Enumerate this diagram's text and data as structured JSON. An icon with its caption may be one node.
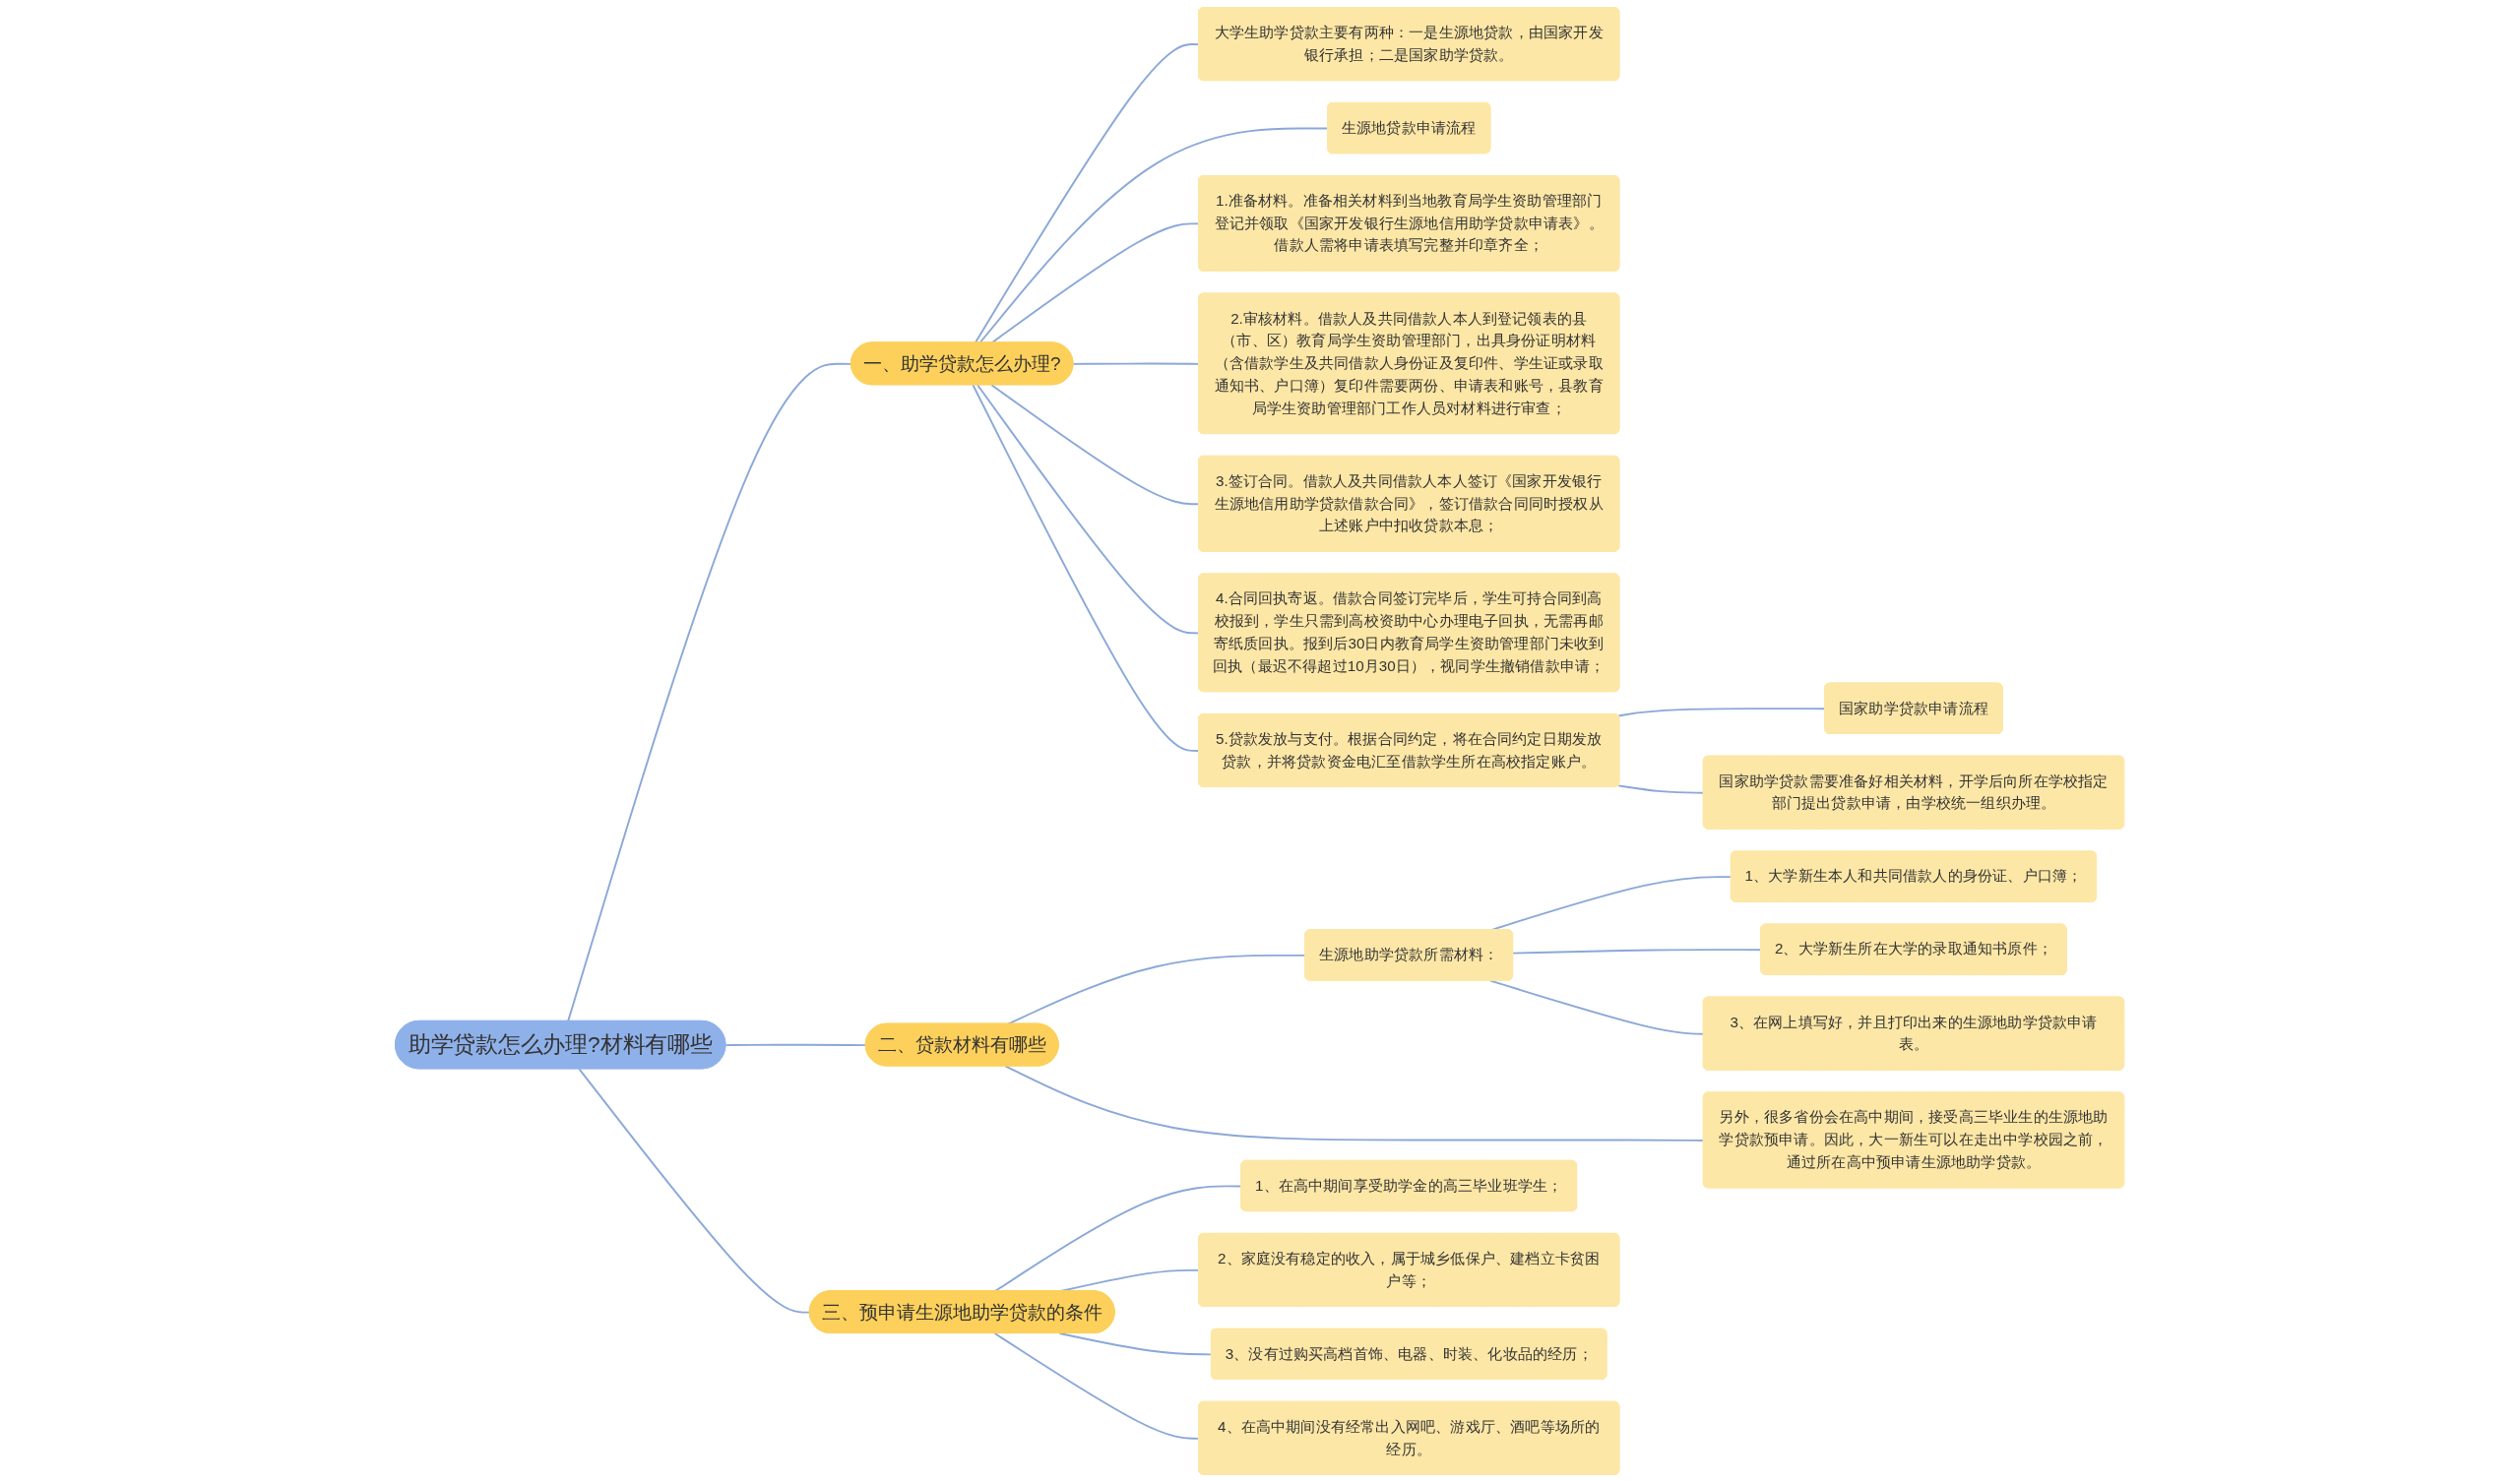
{
  "diagram": {
    "nodes": [
      {
        "text": [
          "助学贷款怎么办理?材料有哪些"
        ]
      },
      {
        "text": [
          "一、助学贷款怎么办理?"
        ]
      },
      {
        "text": [
          "大学生助学贷款主要有两种：一是生源地贷款，由国家开发银行承担；二是国家助学贷款。"
        ]
      },
      {
        "text": [
          "生源地贷款申请流程"
        ]
      },
      {
        "text": [
          "1.准备材料。准备相关材料到当地教育局学生资助管理部门登记并领取《国家开发银行生源地信用助学贷款申请表》。借款人需将申请表填写完整并印章齐全；"
        ]
      },
      {
        "text": [
          "2.审核材料。借款人及共同借款人本人到登记领表的县（市、区）教育局学生资助管理部门，出具身份证明材料（含借款学生及共同借款人身份证及复印件、学生证或录取通知书、户口簿）复印件需要两份、申请表和账号，县教育局学生资助管理部门工作人员对材料进行审查；"
        ]
      },
      {
        "text": [
          "3.签订合同。借款人及共同借款人本人签订《国家开发银行生源地信用助学贷款借款合同》，签订借款合同同时授权从上述账户中扣收贷款本息；"
        ]
      },
      {
        "text": [
          "4.合同回执寄返。借款合同签订完毕后，学生可持合同到高校报到，学生只需到高校资助中心办理电子回执，无需再邮寄纸质回执。报到后30日内教育局学生资助管理部门未收到回执（最迟不得超过10月30日），视同学生撤销借款申请；"
        ]
      },
      {
        "text": [
          "5.贷款发放与支付。根据合同约定，将在合同约定日期发放贷款，并将贷款资金电汇至借款学生所在高校指定账户。"
        ]
      },
      {
        "text": [
          "国家助学贷款申请流程"
        ]
      },
      {
        "text": [
          "国家助学贷款需要准备好相关材料，开学后向所在学校指定部门提出贷款申请，由学校统一组织办理。"
        ]
      },
      {
        "text": [
          "二、贷款材料有哪些"
        ]
      },
      {
        "text": [
          "生源地助学贷款所需材料："
        ]
      },
      {
        "text": [
          "1、大学新生本人和共同借款人的身份证、户口簿；"
        ]
      },
      {
        "text": [
          "2、大学新生所在大学的录取通知书原件；"
        ]
      },
      {
        "text": [
          "3、在网上填写好，并且打印出来的生源地助学贷款申请表。"
        ]
      },
      {
        "text": [
          "另外，很多省份会在高中期间，接受高三毕业生的生源地助学贷款预申请。因此，大一新生可以在走出中学校园之前，通过所在高中预申请生源地助学贷款。"
        ]
      },
      {
        "text": [
          "三、预申请生源地助学贷款的条件"
        ]
      },
      {
        "text": [
          "1、在高中期间享受助学金的高三毕业班学生；"
        ]
      },
      {
        "text": [
          "2、家庭没有稳定的收入，属于城乡低保户、建档立卡贫困户等；"
        ]
      },
      {
        "text": [
          "3、没有过购买高档首饰、电器、时装、化妆品的经历；"
        ]
      },
      {
        "text": [
          "4、在高中期间没有经常出入网吧、游戏厅、酒吧等场所的经历。"
        ]
      }
    ],
    "edges": [
      {
        "from": 0,
        "to": 1,
        "arrow": "none"
      },
      {
        "from": 1,
        "to": 2,
        "arrow": "none"
      },
      {
        "from": 1,
        "to": 3,
        "arrow": "none"
      },
      {
        "from": 1,
        "to": 4,
        "arrow": "none"
      },
      {
        "from": 1,
        "to": 5,
        "arrow": "none"
      },
      {
        "from": 1,
        "to": 6,
        "arrow": "none"
      },
      {
        "from": 1,
        "to": 7,
        "arrow": "none"
      },
      {
        "from": 1,
        "to": 8,
        "arrow": "none"
      },
      {
        "from": 8,
        "to": 9,
        "arrow": "none"
      },
      {
        "from": 8,
        "to": 10,
        "arrow": "none"
      },
      {
        "from": 0,
        "to": 11,
        "arrow": "none"
      },
      {
        "from": 11,
        "to": 12,
        "arrow": "none"
      },
      {
        "from": 12,
        "to": 13,
        "arrow": "none"
      },
      {
        "from": 12,
        "to": 14,
        "arrow": "none"
      },
      {
        "from": 12,
        "to": 15,
        "arrow": "none"
      },
      {
        "from": 11,
        "to": 16,
        "arrow": "none"
      },
      {
        "from": 0,
        "to": 17,
        "arrow": "none"
      },
      {
        "from": 17,
        "to": 18,
        "arrow": "none"
      },
      {
        "from": 17,
        "to": 19,
        "arrow": "none"
      },
      {
        "from": 17,
        "to": 20,
        "arrow": "none"
      },
      {
        "from": 17,
        "to": 21,
        "arrow": "none"
      }
    ]
  }
}
